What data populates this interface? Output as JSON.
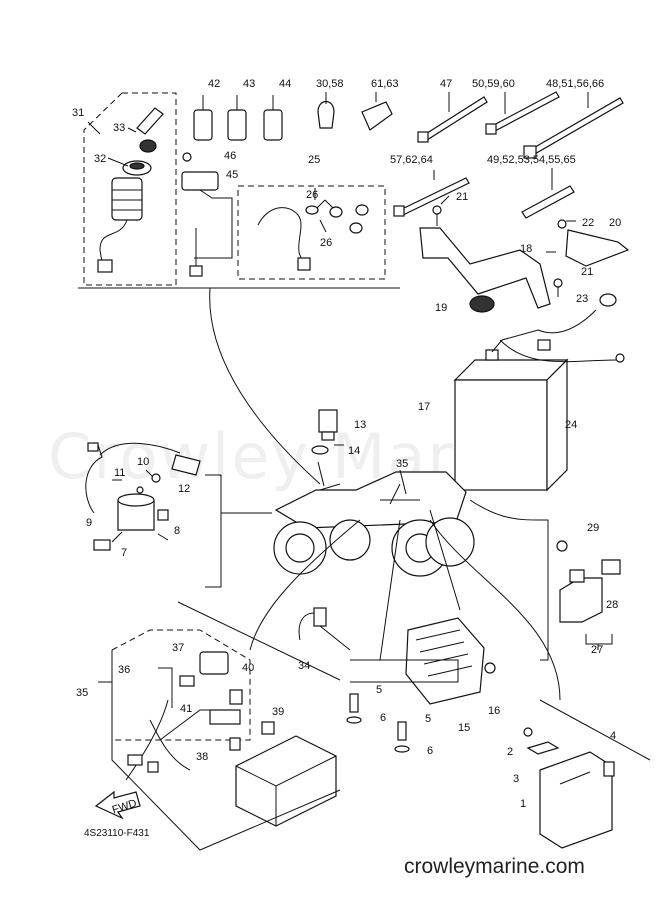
{
  "watermark": "Crowley Marine",
  "website": "crowleymarine.com",
  "diagram_code": "4S23110-F431",
  "fwd_label": "FWD",
  "callouts": {
    "c1": "1",
    "c2": "2",
    "c3": "3",
    "c4": "4",
    "c5a": "5",
    "c5b": "5",
    "c6a": "6",
    "c6b": "6",
    "c7": "7",
    "c8": "8",
    "c9": "9",
    "c10": "10",
    "c11": "11",
    "c12": "12",
    "c13": "13",
    "c14": "14",
    "c15": "15",
    "c16": "16",
    "c17": "17",
    "c18": "18",
    "c19": "19",
    "c20": "20",
    "c21a": "21",
    "c21b": "21",
    "c22": "22",
    "c23": "23",
    "c24": "24",
    "c25": "25",
    "c26a": "26",
    "c26b": "26",
    "c27": "27",
    "c28": "28",
    "c29": "29",
    "c31": "31",
    "c32": "32",
    "c33": "33",
    "c34": "34",
    "c35a": "35",
    "c35b": "35",
    "c36": "36",
    "c37": "37",
    "c38": "38",
    "c39": "39",
    "c40": "40",
    "c41": "41",
    "c42": "42",
    "c43": "43",
    "c44": "44",
    "c45": "45",
    "c46": "46",
    "c47": "47",
    "c3058": "30,58",
    "c6163": "61,63",
    "c505960": "50,59,60",
    "c48515666": "48,51,56,66",
    "c576264": "57,62,64",
    "c4952535455": "49,52,53,54,55,65"
  }
}
